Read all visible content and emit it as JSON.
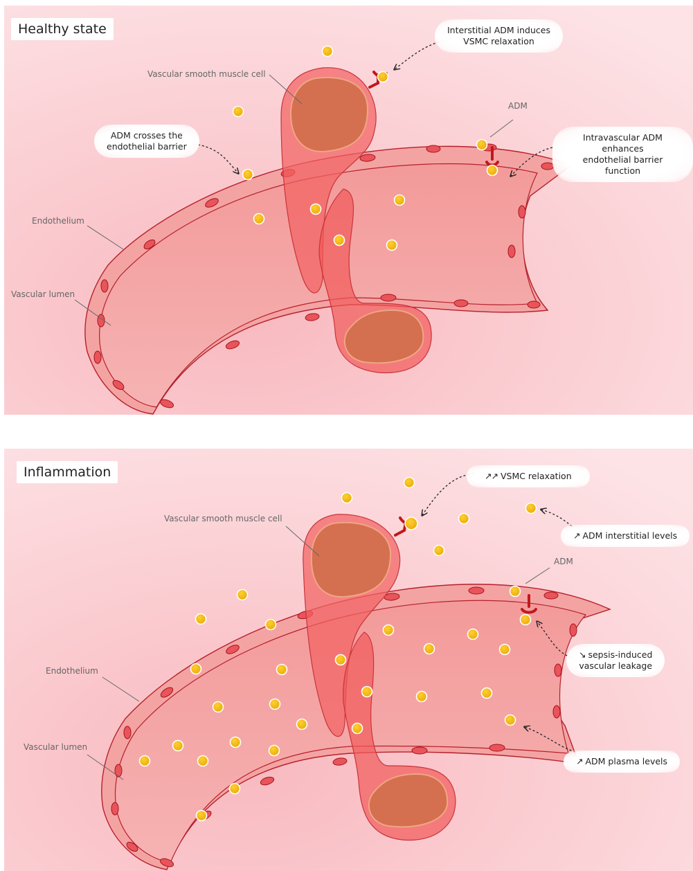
{
  "top": {
    "title": "Healthy state",
    "labels": {
      "vsmc": "Vascular smooth muscle cell",
      "adm": "ADM",
      "endothelium": "Endothelium",
      "lumen": "Vascular lumen"
    },
    "callouts": {
      "interstitial": [
        "Interstitial ADM induces",
        "VSMC relaxation"
      ],
      "crosses": [
        "ADM crosses the",
        "endothelial barrier"
      ],
      "intravascular": [
        "Intravascular ADM enhances",
        "endothelial barrier function"
      ]
    }
  },
  "bottom": {
    "title": "Inflammation",
    "labels": {
      "vsmc": "Vascular smooth muscle cell",
      "adm": "ADM",
      "endothelium": "Endothelium",
      "lumen": "Vascular lumen"
    },
    "callouts": {
      "relax_arrows": "↗↗",
      "relax": "VSMC relaxation",
      "interstitial_arrow": "↗",
      "interstitial": "ADM interstitial levels",
      "leak_arrow": "↘",
      "leak_line1": "sepsis-induced",
      "leak_line2": "vascular leakage",
      "plasma_arrow": "↗",
      "plasma": "ADM plasma levels"
    }
  },
  "colors": {
    "adm_dot": "#f2b90d",
    "vessel": "#f07c7c",
    "vsmc": "#ee5a5a",
    "vsmc_nucleus": "#d9735a",
    "receptor": "#c0181c",
    "background": "#fcd3d7"
  }
}
